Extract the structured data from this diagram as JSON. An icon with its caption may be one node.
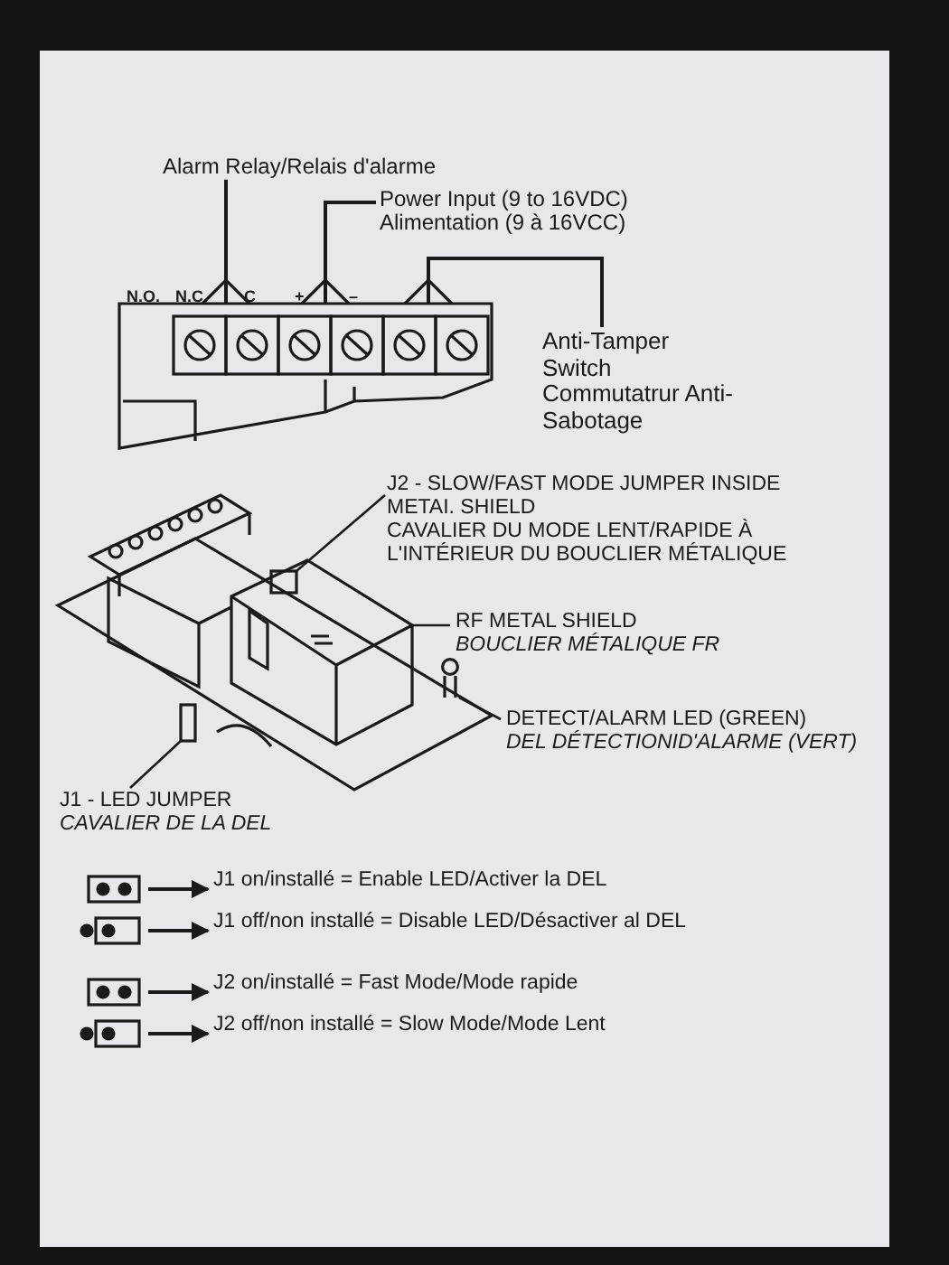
{
  "diagram": {
    "nodes": [
      {
        "text": [
          "Alarm Relay/Relais d'alarme"
        ]
      },
      {
        "text": [
          "Power Input (9 to 16VDC)",
          "Alimentation (9 à 16VCC)"
        ]
      },
      {
        "text": [
          "Anti-Tamper Switch",
          "Commutatrur Anti-Sabotage"
        ]
      },
      {
        "text": [
          "J2 - SLOW/FAST MODE JUMPER INSIDE METAI. SHIELD",
          "CAVALIER DU MODE LENT/RAPIDE À L'INTÉRIEUR DU BOUCLIER MÉTALIQUE"
        ]
      },
      {
        "text": [
          "RF METAL SHIELD",
          "BOUCLIER MÉTALIQUE FR"
        ]
      },
      {
        "text": [
          "DETECT/ALARM LED (GREEN)",
          "DEL DÉTECTIONID'ALARME (VERT)"
        ]
      },
      {
        "text": [
          "J1 - LED JUMPER",
          "CAVALIER DE LA DEL"
        ]
      },
      {
        "text": [],
        "shape": "box"
      },
      {
        "text": [
          "J1 on/installé = Enable LED/Activer la DEL"
        ]
      },
      {
        "text": [],
        "shape": "box"
      },
      {
        "text": [
          "J1 off/non installé = Disable LED/Désactiver al DEL"
        ]
      },
      {
        "text": [],
        "shape": "box"
      },
      {
        "text": [
          "J2 on/installé = Fast Mode/Mode rapide"
        ]
      },
      {
        "text": [],
        "shape": "box"
      },
      {
        "text": [
          "J2 off/non installé = Slow Mode/Mode Lent"
        ]
      },
      {
        "text": [],
        "shape": "picture",
        "beside": [
          "N.O.",
          "N.C.",
          "C",
          "+",
          "–"
        ]
      },
      {
        "text": [],
        "shape": "picture"
      },
      {
        "text": [],
        "shape": "box",
        "in": 18
      },
      {
        "text": [],
        "shape": "box",
        "in": 16
      },
      {
        "text": [],
        "shape": "circle",
        "in": 16
      },
      {
        "text": [],
        "shape": "box",
        "in": 16
      }
    ],
    "edges": [
      {
        "from": 0,
        "to": 15,
        "arrow": "other"
      },
      {
        "from": 1,
        "to": 15,
        "arrow": "other"
      },
      {
        "from": 2,
        "to": 15,
        "arrow": "other"
      },
      {
        "from": 3,
        "to": 17,
        "arrow": "none"
      },
      {
        "from": 4,
        "to": 18,
        "arrow": "none"
      },
      {
        "from": 5,
        "to": 19,
        "arrow": "none"
      },
      {
        "from": 6,
        "to": 20,
        "arrow": "none"
      },
      {
        "from": 7,
        "to": 8,
        "arrow": "to"
      },
      {
        "from": 9,
        "to": 10,
        "arrow": "to"
      },
      {
        "from": 11,
        "to": 12,
        "arrow": "to"
      },
      {
        "from": 13,
        "to": 14,
        "arrow": "to"
      }
    ]
  }
}
